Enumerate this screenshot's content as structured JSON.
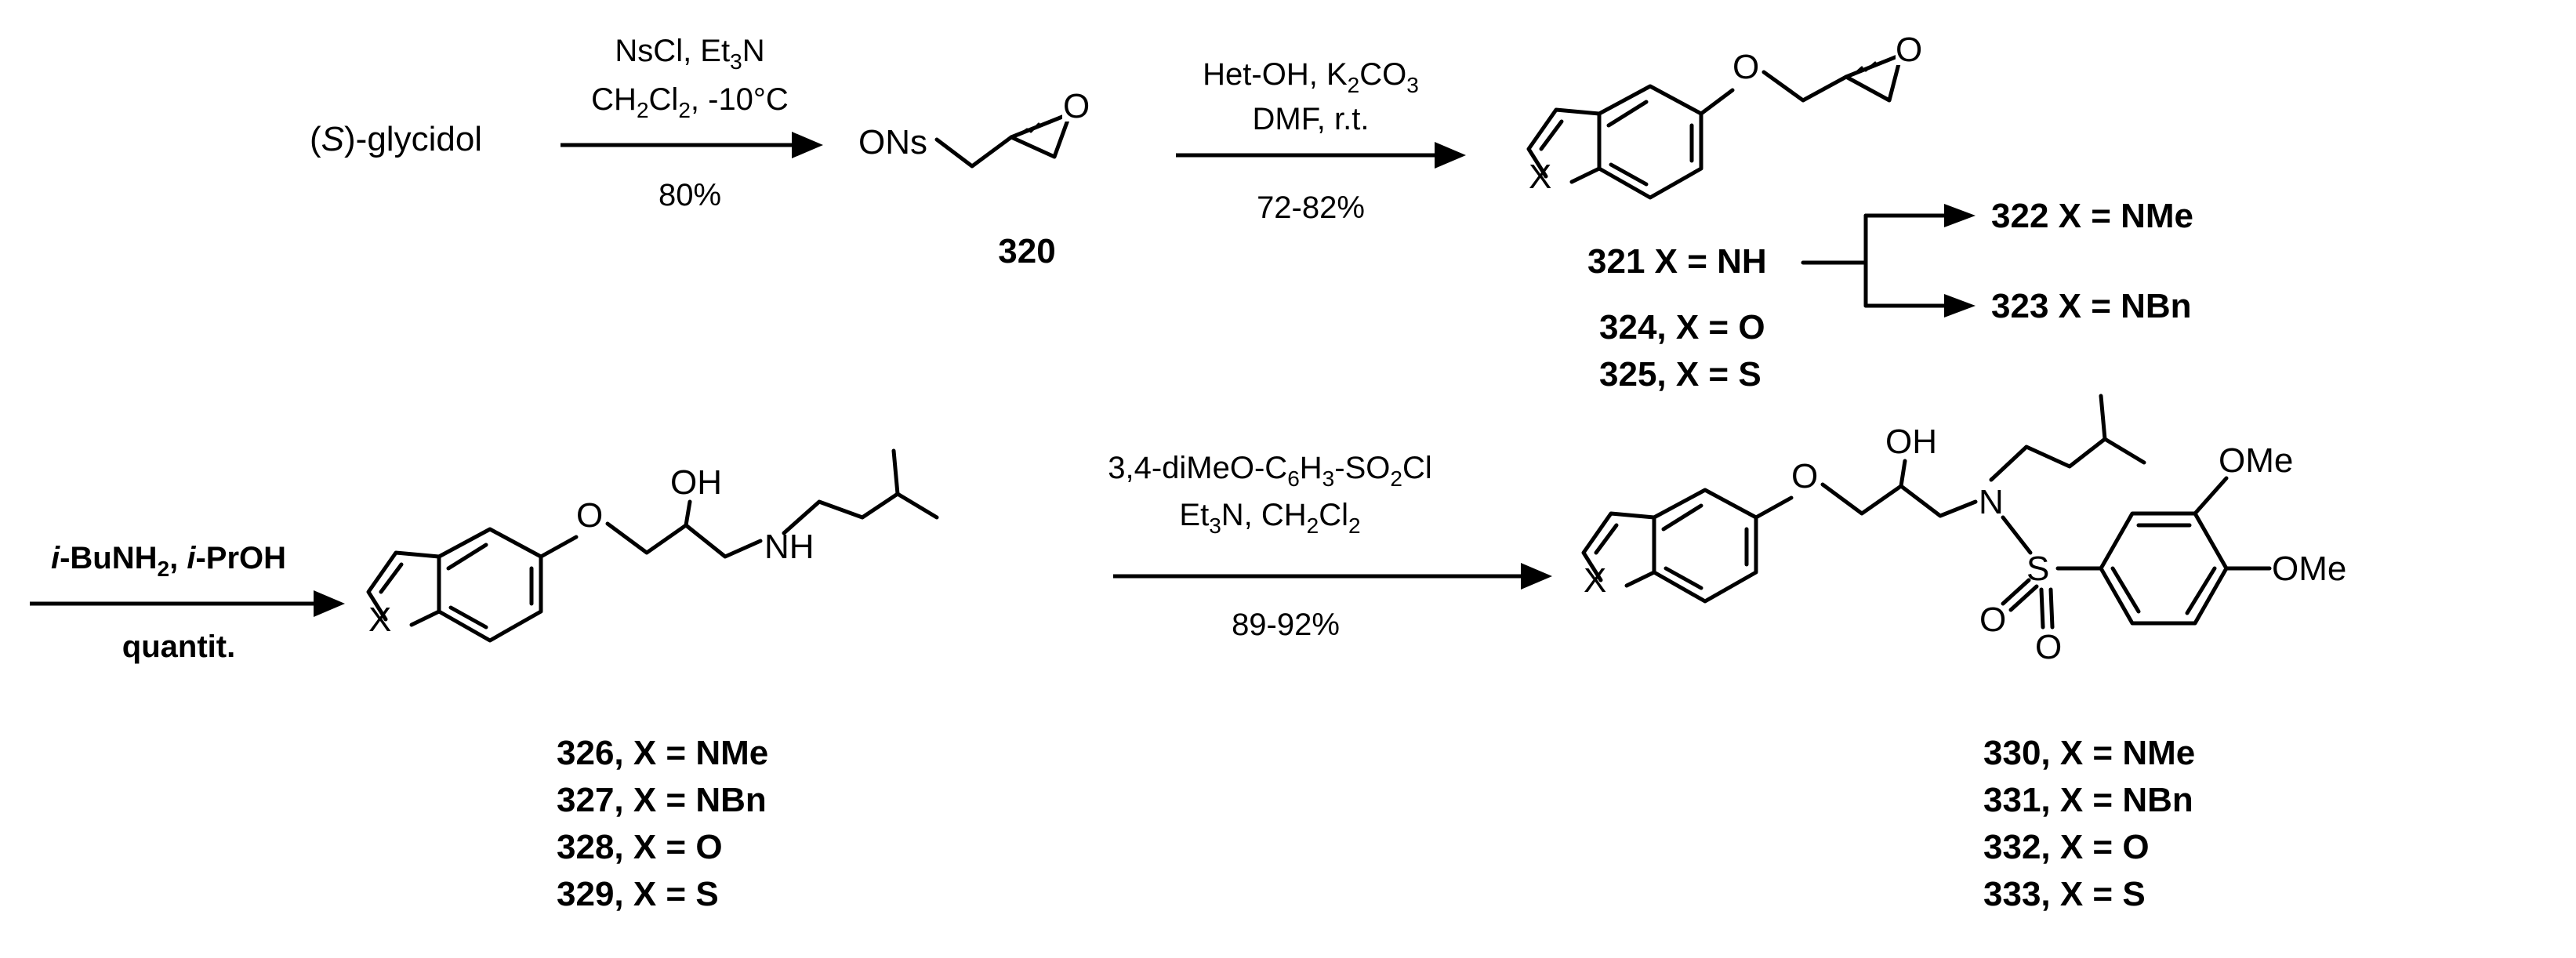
{
  "step1": {
    "start": "glycidol",
    "reagent1": "NsCl, Et",
    "reagent1_sub": "3",
    "reagent1_end": "N",
    "solvent_a": "CH",
    "solvent_a_sub1": "2",
    "solvent_a_mid": "Cl",
    "solvent_a_sub2": "2",
    "solvent_a_end": ", -10°C",
    "yield": "80%"
  },
  "compound320": {
    "prefix": "ONs",
    "number": "320"
  },
  "step2": {
    "reagent_a": "Het-OH, K",
    "reagent_a_sub1": "2",
    "reagent_a_mid": "CO",
    "reagent_a_sub2": "3",
    "reagent_b": "DMF, r.t.",
    "yield": "72-82%"
  },
  "branch": {
    "source": "321 X = NH",
    "target_a": "322 X = NMe",
    "target_b": "323 X = NBn"
  },
  "other_ethers": [
    "324, X = O",
    "325, X = S"
  ],
  "step3": {
    "reagent_a": "i",
    "reagent_a_rest": "-BuNH",
    "reagent_a_sub": "2",
    "reagent_b": ", ",
    "reagent_b_i": "i",
    "reagent_b_rest": "-PrOH",
    "yield": "quantit."
  },
  "step4": {
    "reagent_a": "3,4-diMeO-C",
    "reagent_a_sub1": "6",
    "reagent_a_mid": "H",
    "reagent_a_sub2": "3",
    "reagent_a_mid2": "-SO",
    "reagent_a_sub3": "2",
    "reagent_a_end": "Cl",
    "reagent_b": "Et",
    "reagent_b_sub": "3",
    "reagent_b_mid": "N, CH",
    "reagent_b_sub2": "2",
    "reagent_b_mid2": "Cl",
    "reagent_b_sub3": "2",
    "yield": "89-92%"
  },
  "amines": [
    "326, X = NMe",
    "327, X = NBn",
    "328, X = O",
    "329, X = S"
  ],
  "products": [
    "330, X = NMe",
    "331, X = NBn",
    "332, X = O",
    "333, X = S"
  ],
  "atoms": {
    "O": "O",
    "X": "X",
    "OH": "OH",
    "NH": "NH",
    "N": "N",
    "S": "S",
    "OMe": "OMe",
    "S_paren": "(S)"
  }
}
